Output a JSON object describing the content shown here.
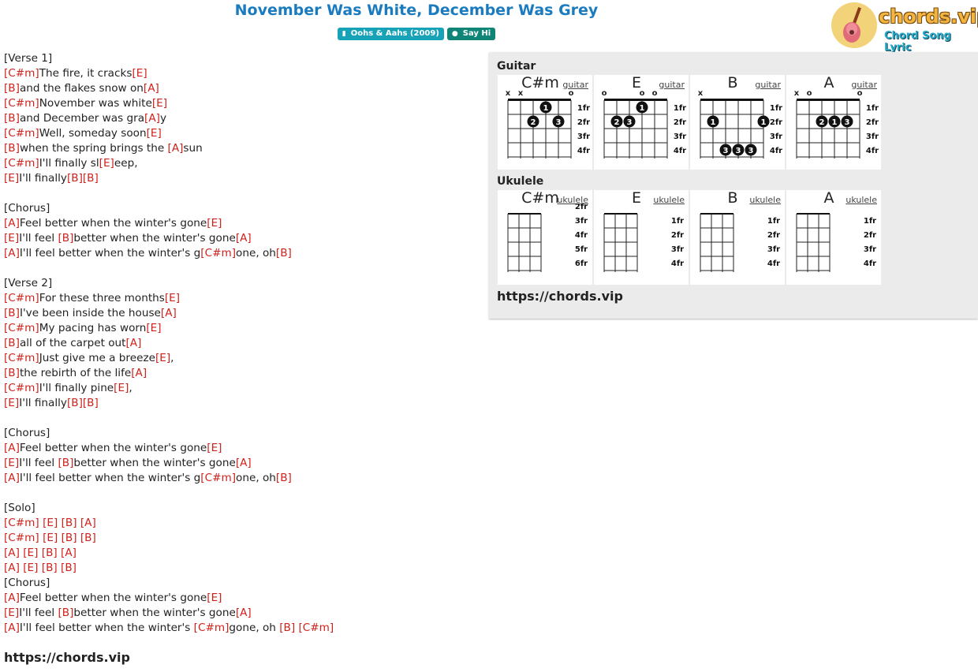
{
  "song": {
    "title": "November Was White, December Was Grey",
    "album_badge": "Oohs & Aahs (2009)",
    "artist_badge": "Say Hi"
  },
  "logo": {
    "brand": "chords.vip",
    "tagline": "Chord Song Lyric"
  },
  "lyrics": [
    [
      [
        "t",
        "[Verse 1]"
      ]
    ],
    [
      [
        "c",
        "[C#m]"
      ],
      [
        "t",
        "The fire, it cracks"
      ],
      [
        "c",
        "[E]"
      ]
    ],
    [
      [
        "c",
        "[B]"
      ],
      [
        "t",
        "and the flakes snow on"
      ],
      [
        "c",
        "[A]"
      ]
    ],
    [
      [
        "c",
        "[C#m]"
      ],
      [
        "t",
        "November was white"
      ],
      [
        "c",
        "[E]"
      ]
    ],
    [
      [
        "c",
        "[B]"
      ],
      [
        "t",
        "and December was gra"
      ],
      [
        "c",
        "[A]"
      ],
      [
        "t",
        "y"
      ]
    ],
    [
      [
        "c",
        "[C#m]"
      ],
      [
        "t",
        "Well, someday soon"
      ],
      [
        "c",
        "[E]"
      ]
    ],
    [
      [
        "c",
        "[B]"
      ],
      [
        "t",
        "when the spring brings the "
      ],
      [
        "c",
        "[A]"
      ],
      [
        "t",
        "sun"
      ]
    ],
    [
      [
        "c",
        "[C#m]"
      ],
      [
        "t",
        "I'll finally sl"
      ],
      [
        "c",
        "[E]"
      ],
      [
        "t",
        "eep,"
      ]
    ],
    [
      [
        "c",
        "[E]"
      ],
      [
        "t",
        "I'll finally"
      ],
      [
        "c",
        "[B]"
      ],
      [
        "c",
        "[B]"
      ]
    ],
    [],
    [
      [
        "t",
        "[Chorus]"
      ]
    ],
    [
      [
        "c",
        "[A]"
      ],
      [
        "t",
        "Feel better when the winter's gone"
      ],
      [
        "c",
        "[E]"
      ]
    ],
    [
      [
        "c",
        "[E]"
      ],
      [
        "t",
        "I'll feel "
      ],
      [
        "c",
        "[B]"
      ],
      [
        "t",
        "better when the winter's gone"
      ],
      [
        "c",
        "[A]"
      ]
    ],
    [
      [
        "c",
        "[A]"
      ],
      [
        "t",
        "I'll feel better when the winter's g"
      ],
      [
        "c",
        "[C#m]"
      ],
      [
        "t",
        "one, oh"
      ],
      [
        "c",
        "[B]"
      ]
    ],
    [],
    [
      [
        "t",
        "[Verse 2]"
      ]
    ],
    [
      [
        "c",
        "[C#m]"
      ],
      [
        "t",
        "For these three months"
      ],
      [
        "c",
        "[E]"
      ]
    ],
    [
      [
        "c",
        "[B]"
      ],
      [
        "t",
        "I've been inside the house"
      ],
      [
        "c",
        "[A]"
      ]
    ],
    [
      [
        "c",
        "[C#m]"
      ],
      [
        "t",
        "My pacing has worn"
      ],
      [
        "c",
        "[E]"
      ]
    ],
    [
      [
        "c",
        "[B]"
      ],
      [
        "t",
        "all of the carpet out"
      ],
      [
        "c",
        "[A]"
      ]
    ],
    [
      [
        "c",
        "[C#m]"
      ],
      [
        "t",
        "Just give me a breeze"
      ],
      [
        "c",
        "[E]"
      ],
      [
        "t",
        ","
      ]
    ],
    [
      [
        "c",
        "[B]"
      ],
      [
        "t",
        "the rebirth of the life"
      ],
      [
        "c",
        "[A]"
      ]
    ],
    [
      [
        "c",
        "[C#m]"
      ],
      [
        "t",
        "I'll finally pine"
      ],
      [
        "c",
        "[E]"
      ],
      [
        "t",
        ","
      ]
    ],
    [
      [
        "c",
        "[E]"
      ],
      [
        "t",
        "I'll finally"
      ],
      [
        "c",
        "[B]"
      ],
      [
        "c",
        "[B]"
      ]
    ],
    [],
    [
      [
        "t",
        "[Chorus]"
      ]
    ],
    [
      [
        "c",
        "[A]"
      ],
      [
        "t",
        "Feel better when the winter's gone"
      ],
      [
        "c",
        "[E]"
      ]
    ],
    [
      [
        "c",
        "[E]"
      ],
      [
        "t",
        "I'll feel "
      ],
      [
        "c",
        "[B]"
      ],
      [
        "t",
        "better when the winter's gone"
      ],
      [
        "c",
        "[A]"
      ]
    ],
    [
      [
        "c",
        "[A]"
      ],
      [
        "t",
        "I'll feel better when the winter's g"
      ],
      [
        "c",
        "[C#m]"
      ],
      [
        "t",
        "one, oh"
      ],
      [
        "c",
        "[B]"
      ]
    ],
    [],
    [
      [
        "t",
        "[Solo]"
      ]
    ],
    [
      [
        "c",
        "[C#m]"
      ],
      [
        "t",
        " "
      ],
      [
        "c",
        "[E]"
      ],
      [
        "t",
        " "
      ],
      [
        "c",
        "[B]"
      ],
      [
        "t",
        " "
      ],
      [
        "c",
        "[A]"
      ]
    ],
    [
      [
        "c",
        "[C#m]"
      ],
      [
        "t",
        " "
      ],
      [
        "c",
        "[E]"
      ],
      [
        "t",
        " "
      ],
      [
        "c",
        "[B]"
      ],
      [
        "t",
        " "
      ],
      [
        "c",
        "[B]"
      ]
    ],
    [
      [
        "c",
        "[A]"
      ],
      [
        "t",
        " "
      ],
      [
        "c",
        "[E]"
      ],
      [
        "t",
        " "
      ],
      [
        "c",
        "[B]"
      ],
      [
        "t",
        " "
      ],
      [
        "c",
        "[A]"
      ]
    ],
    [
      [
        "c",
        "[A]"
      ],
      [
        "t",
        " "
      ],
      [
        "c",
        "[E]"
      ],
      [
        "t",
        " "
      ],
      [
        "c",
        "[B]"
      ],
      [
        "t",
        " "
      ],
      [
        "c",
        "[B]"
      ]
    ],
    [
      [
        "t",
        "[Chorus]"
      ]
    ],
    [
      [
        "c",
        "[A]"
      ],
      [
        "t",
        "Feel better when the winter's gone"
      ],
      [
        "c",
        "[E]"
      ]
    ],
    [
      [
        "c",
        "[E]"
      ],
      [
        "t",
        "I'll feel "
      ],
      [
        "c",
        "[B]"
      ],
      [
        "t",
        "better when the winter's gone"
      ],
      [
        "c",
        "[A]"
      ]
    ],
    [
      [
        "c",
        "[A]"
      ],
      [
        "t",
        "I'll feel better when the winter's "
      ],
      [
        "c",
        "[C#m]"
      ],
      [
        "t",
        "gone, oh "
      ],
      [
        "c",
        "[B]"
      ],
      [
        "t",
        " "
      ],
      [
        "c",
        "[C#m]"
      ]
    ]
  ],
  "footer_url": "https://chords.vip",
  "panel": {
    "guitar_heading": "Guitar",
    "ukulele_heading": "Ukulele",
    "url": "https://chords.vip",
    "guitar": [
      {
        "name": "C#m",
        "type": "guitar",
        "frets": [
          "1fr",
          "2fr",
          "3fr",
          "4fr"
        ],
        "open": [
          "x",
          "x",
          "",
          "",
          "",
          "o"
        ],
        "dots": [
          {
            "s": 3,
            "f": 1,
            "n": "1"
          },
          {
            "s": 2,
            "f": 2,
            "n": "2"
          },
          {
            "s": 4,
            "f": 2,
            "n": "3"
          }
        ]
      },
      {
        "name": "E",
        "type": "guitar",
        "frets": [
          "1fr",
          "2fr",
          "3fr",
          "4fr"
        ],
        "open": [
          "o",
          "",
          "",
          "o",
          "o",
          ""
        ],
        "dots": [
          {
            "s": 3,
            "f": 1,
            "n": "1"
          },
          {
            "s": 1,
            "f": 2,
            "n": "2"
          },
          {
            "s": 2,
            "f": 2,
            "n": "3"
          }
        ]
      },
      {
        "name": "B",
        "type": "guitar",
        "frets": [
          "1fr",
          "2fr",
          "3fr",
          "4fr"
        ],
        "open": [
          "x",
          "",
          "",
          "",
          "",
          ""
        ],
        "dots": [
          {
            "s": 1,
            "f": 2,
            "n": "1"
          },
          {
            "s": 5,
            "f": 2,
            "n": "1"
          },
          {
            "s": 2,
            "f": 4,
            "n": "3"
          },
          {
            "s": 3,
            "f": 4,
            "n": "3"
          },
          {
            "s": 4,
            "f": 4,
            "n": "3"
          }
        ]
      },
      {
        "name": "A",
        "type": "guitar",
        "frets": [
          "1fr",
          "2fr",
          "3fr",
          "4fr"
        ],
        "open": [
          "x",
          "o",
          "",
          "",
          "",
          "o"
        ],
        "dots": [
          {
            "s": 2,
            "f": 2,
            "n": "2"
          },
          {
            "s": 3,
            "f": 2,
            "n": "1"
          },
          {
            "s": 4,
            "f": 2,
            "n": "3"
          }
        ]
      }
    ],
    "ukulele": [
      {
        "name": "C#m",
        "type": "ukulele",
        "frets": [
          "2fr",
          "3fr",
          "4fr",
          "5fr",
          "6fr"
        ]
      },
      {
        "name": "E",
        "type": "ukulele",
        "frets": [
          "1fr",
          "2fr",
          "3fr",
          "4fr"
        ]
      },
      {
        "name": "B",
        "type": "ukulele",
        "frets": [
          "1fr",
          "2fr",
          "3fr",
          "4fr"
        ]
      },
      {
        "name": "A",
        "type": "ukulele",
        "frets": [
          "1fr",
          "2fr",
          "3fr",
          "4fr"
        ]
      }
    ]
  }
}
